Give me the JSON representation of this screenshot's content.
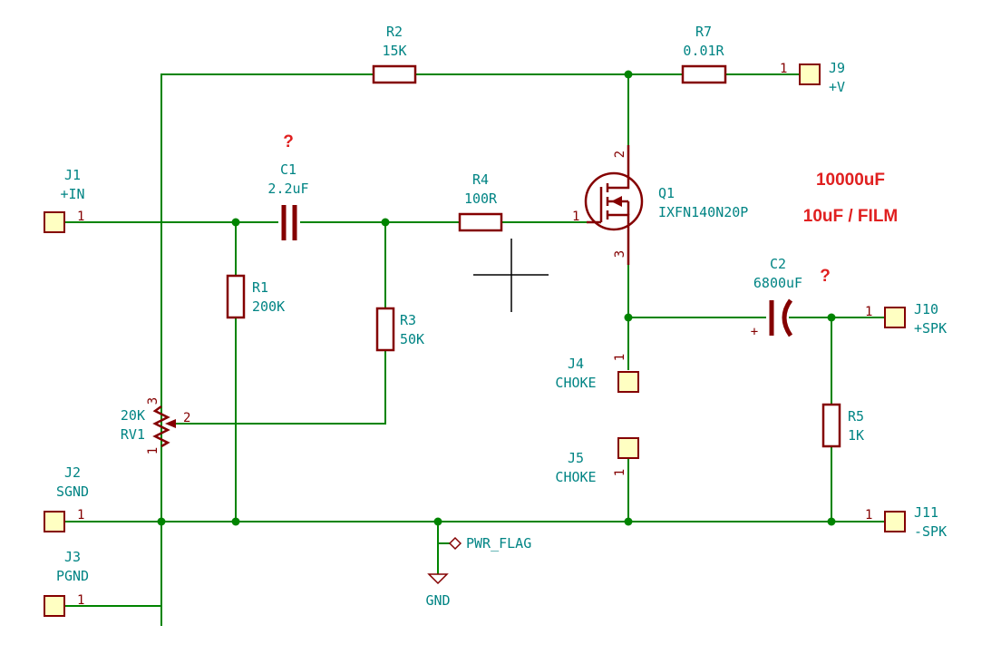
{
  "components": {
    "r2": {
      "ref": "R2",
      "value": "15K"
    },
    "r7": {
      "ref": "R7",
      "value": "0.01R"
    },
    "j9": {
      "ref": "J9",
      "value": "+V",
      "pin": "1"
    },
    "c1": {
      "ref": "C1",
      "value": "2.2uF"
    },
    "r4": {
      "ref": "R4",
      "value": "100R"
    },
    "q1": {
      "ref": "Q1",
      "value": "IXFN140N20P",
      "pin_gate": "1",
      "pin_drain": "2",
      "pin_source": "3"
    },
    "j1": {
      "ref": "J1",
      "value": "+IN",
      "pin": "1"
    },
    "r1": {
      "ref": "R1",
      "value": "200K"
    },
    "r3": {
      "ref": "R3",
      "value": "50K"
    },
    "c2": {
      "ref": "C2",
      "value": "6800uF",
      "polarity": "+"
    },
    "j10": {
      "ref": "J10",
      "value": "+SPK",
      "pin": "1"
    },
    "j4": {
      "ref": "J4",
      "value": "CHOKE",
      "pin": "1"
    },
    "j5": {
      "ref": "J5",
      "value": "CHOKE",
      "pin": "1"
    },
    "r5": {
      "ref": "R5",
      "value": "1K"
    },
    "rv1": {
      "ref": "RV1",
      "value": "20K",
      "pin1": "1",
      "pin2": "2",
      "pin3": "3"
    },
    "j2": {
      "ref": "J2",
      "value": "SGND",
      "pin": "1"
    },
    "j3": {
      "ref": "J3",
      "value": "PGND",
      "pin": "1"
    },
    "j11": {
      "ref": "J11",
      "value": "-SPK",
      "pin": "1"
    },
    "pwr_flag": {
      "label": "PWR_FLAG"
    },
    "gnd": {
      "label": "GND"
    }
  },
  "annotations": {
    "c1_question": "?",
    "c2_question": "?",
    "note_line1": "10000uF",
    "note_line2": "10uF / FILM",
    "color": "#e02020"
  },
  "colors": {
    "wire": "#008400",
    "component": "#840000",
    "label": "#008484",
    "connector_fill": "#ffffc2"
  }
}
